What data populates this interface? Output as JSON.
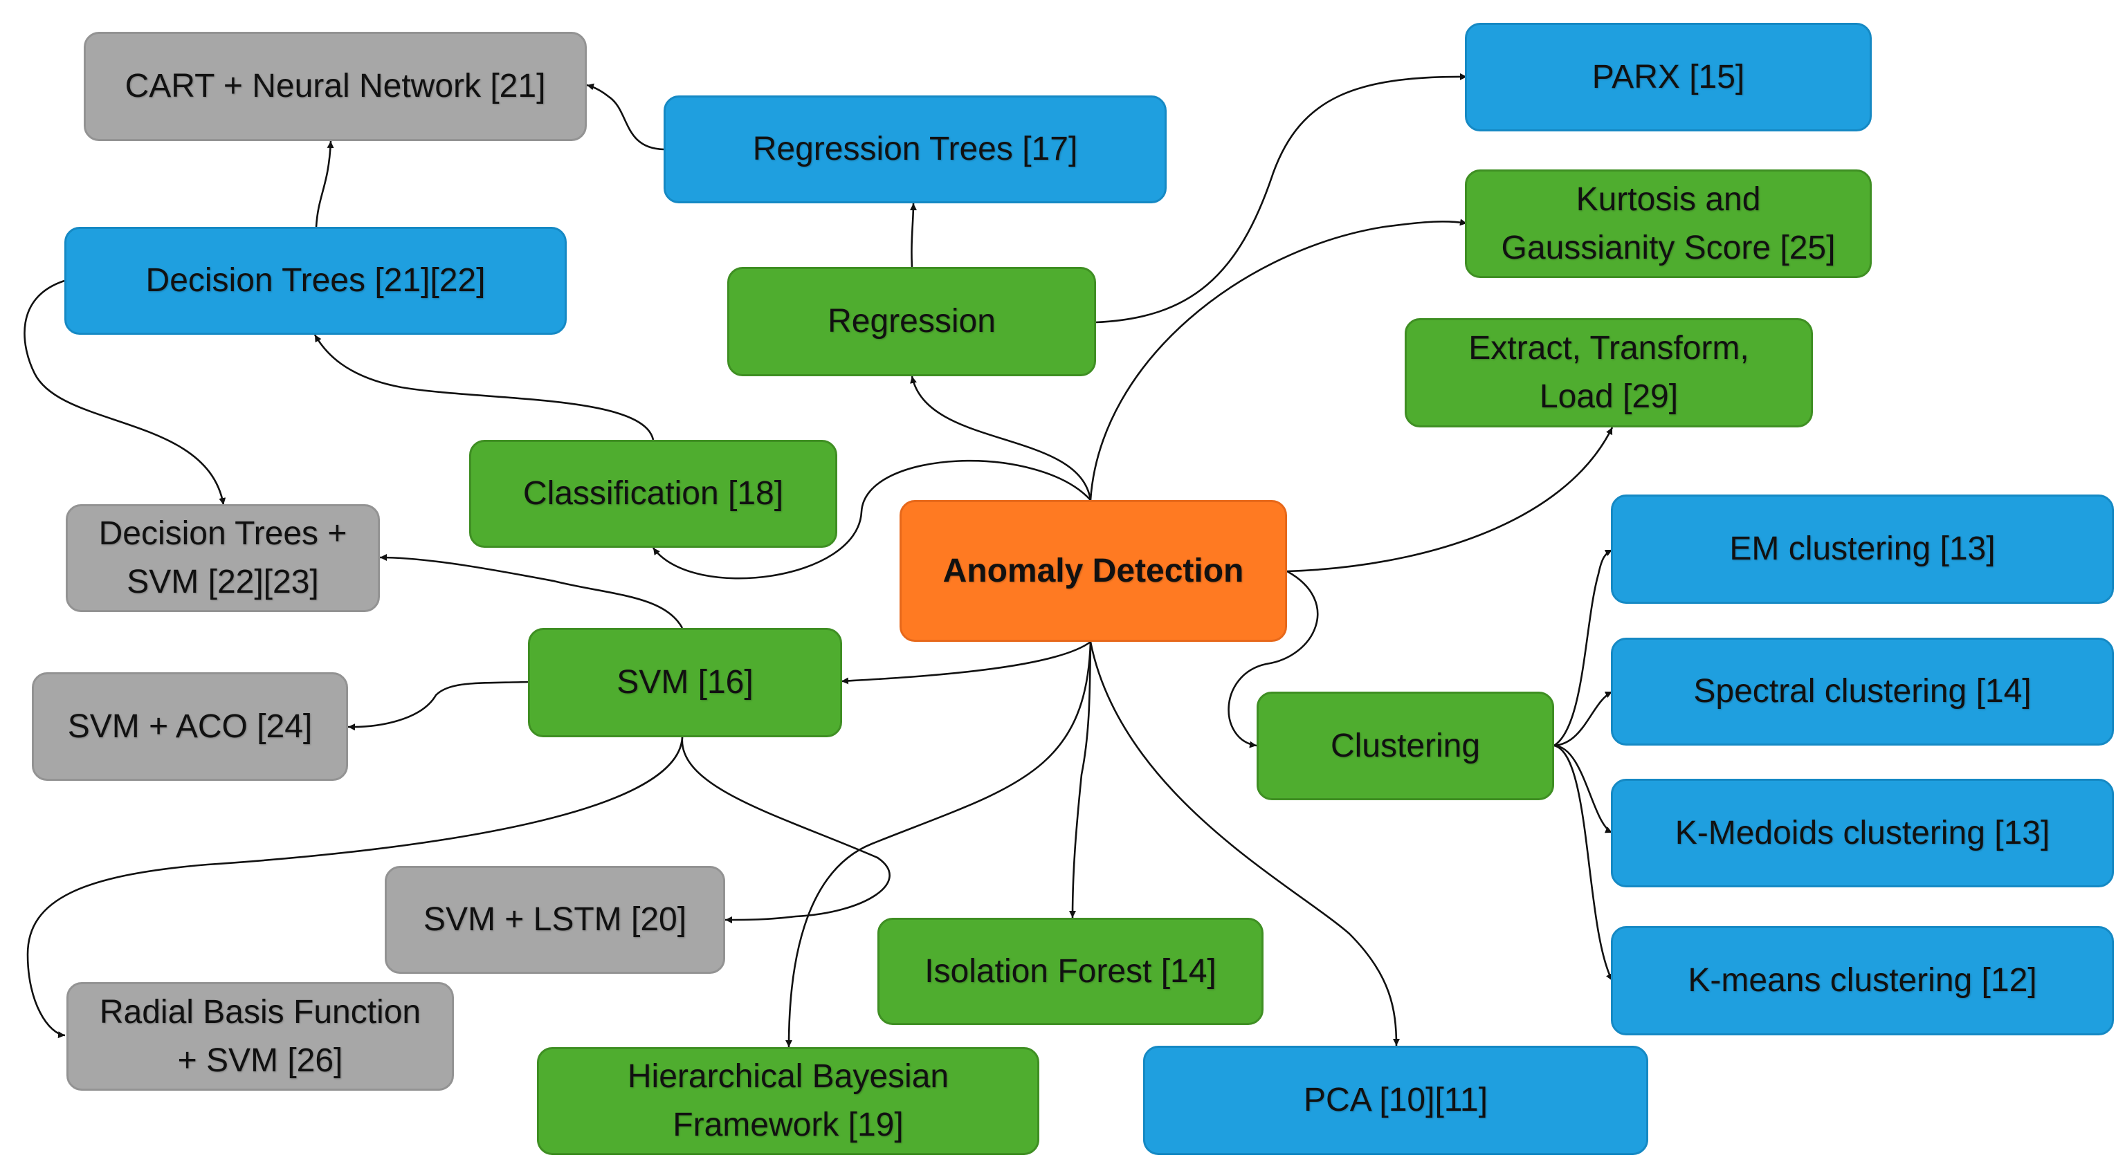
{
  "diagram": {
    "colors": {
      "technique": "#4fad2f",
      "literature": "#1f9fdf",
      "hybrid": "#a7a7a7",
      "root": "#ff7a22",
      "edge": "#111111"
    },
    "nodes": {
      "anomaly_detection": "Anomaly Detection",
      "regression": "Regression",
      "classification": "Classification [18]",
      "svm": "SVM [16]",
      "clustering": "Clustering",
      "isolation_forest": "Isolation Forest [14]",
      "hierarchical_bayesian": "Hierarchical Bayesian\nFramework [19]",
      "pca": "PCA [10][11]",
      "extract_transform_load": "Extract, Transform,\nLoad [29]",
      "kurtosis": "Kurtosis and\nGaussianity Score [25]",
      "parx": "PARX [15]",
      "regression_trees": "Regression Trees [17]",
      "cart_nn": "CART + Neural Network [21]",
      "decision_trees": "Decision Trees [21][22]",
      "dt_svm": "Decision Trees +\nSVM [22][23]",
      "svm_aco": "SVM + ACO [24]",
      "svm_lstm": "SVM + LSTM [20]",
      "rbf_svm": "Radial Basis Function\n+ SVM [26]",
      "em_clustering": "EM clustering [13]",
      "spectral_clustering": "Spectral clustering [14]",
      "kmedoids_clustering": "K-Medoids clustering [13]",
      "kmeans_clustering": "K-means clustering [12]"
    },
    "edges": [
      [
        "anomaly_detection",
        "regression"
      ],
      [
        "anomaly_detection",
        "classification"
      ],
      [
        "anomaly_detection",
        "svm"
      ],
      [
        "anomaly_detection",
        "clustering"
      ],
      [
        "anomaly_detection",
        "isolation_forest"
      ],
      [
        "anomaly_detection",
        "hierarchical_bayesian"
      ],
      [
        "anomaly_detection",
        "pca"
      ],
      [
        "anomaly_detection",
        "extract_transform_load"
      ],
      [
        "anomaly_detection",
        "kurtosis"
      ],
      [
        "regression",
        "parx"
      ],
      [
        "regression",
        "regression_trees"
      ],
      [
        "regression_trees",
        "cart_nn"
      ],
      [
        "decision_trees",
        "cart_nn"
      ],
      [
        "classification",
        "decision_trees"
      ],
      [
        "decision_trees",
        "dt_svm"
      ],
      [
        "svm",
        "dt_svm"
      ],
      [
        "svm",
        "svm_aco"
      ],
      [
        "svm",
        "svm_lstm"
      ],
      [
        "svm",
        "rbf_svm"
      ],
      [
        "clustering",
        "em_clustering"
      ],
      [
        "clustering",
        "spectral_clustering"
      ],
      [
        "clustering",
        "kmedoids_clustering"
      ],
      [
        "clustering",
        "kmeans_clustering"
      ]
    ]
  }
}
